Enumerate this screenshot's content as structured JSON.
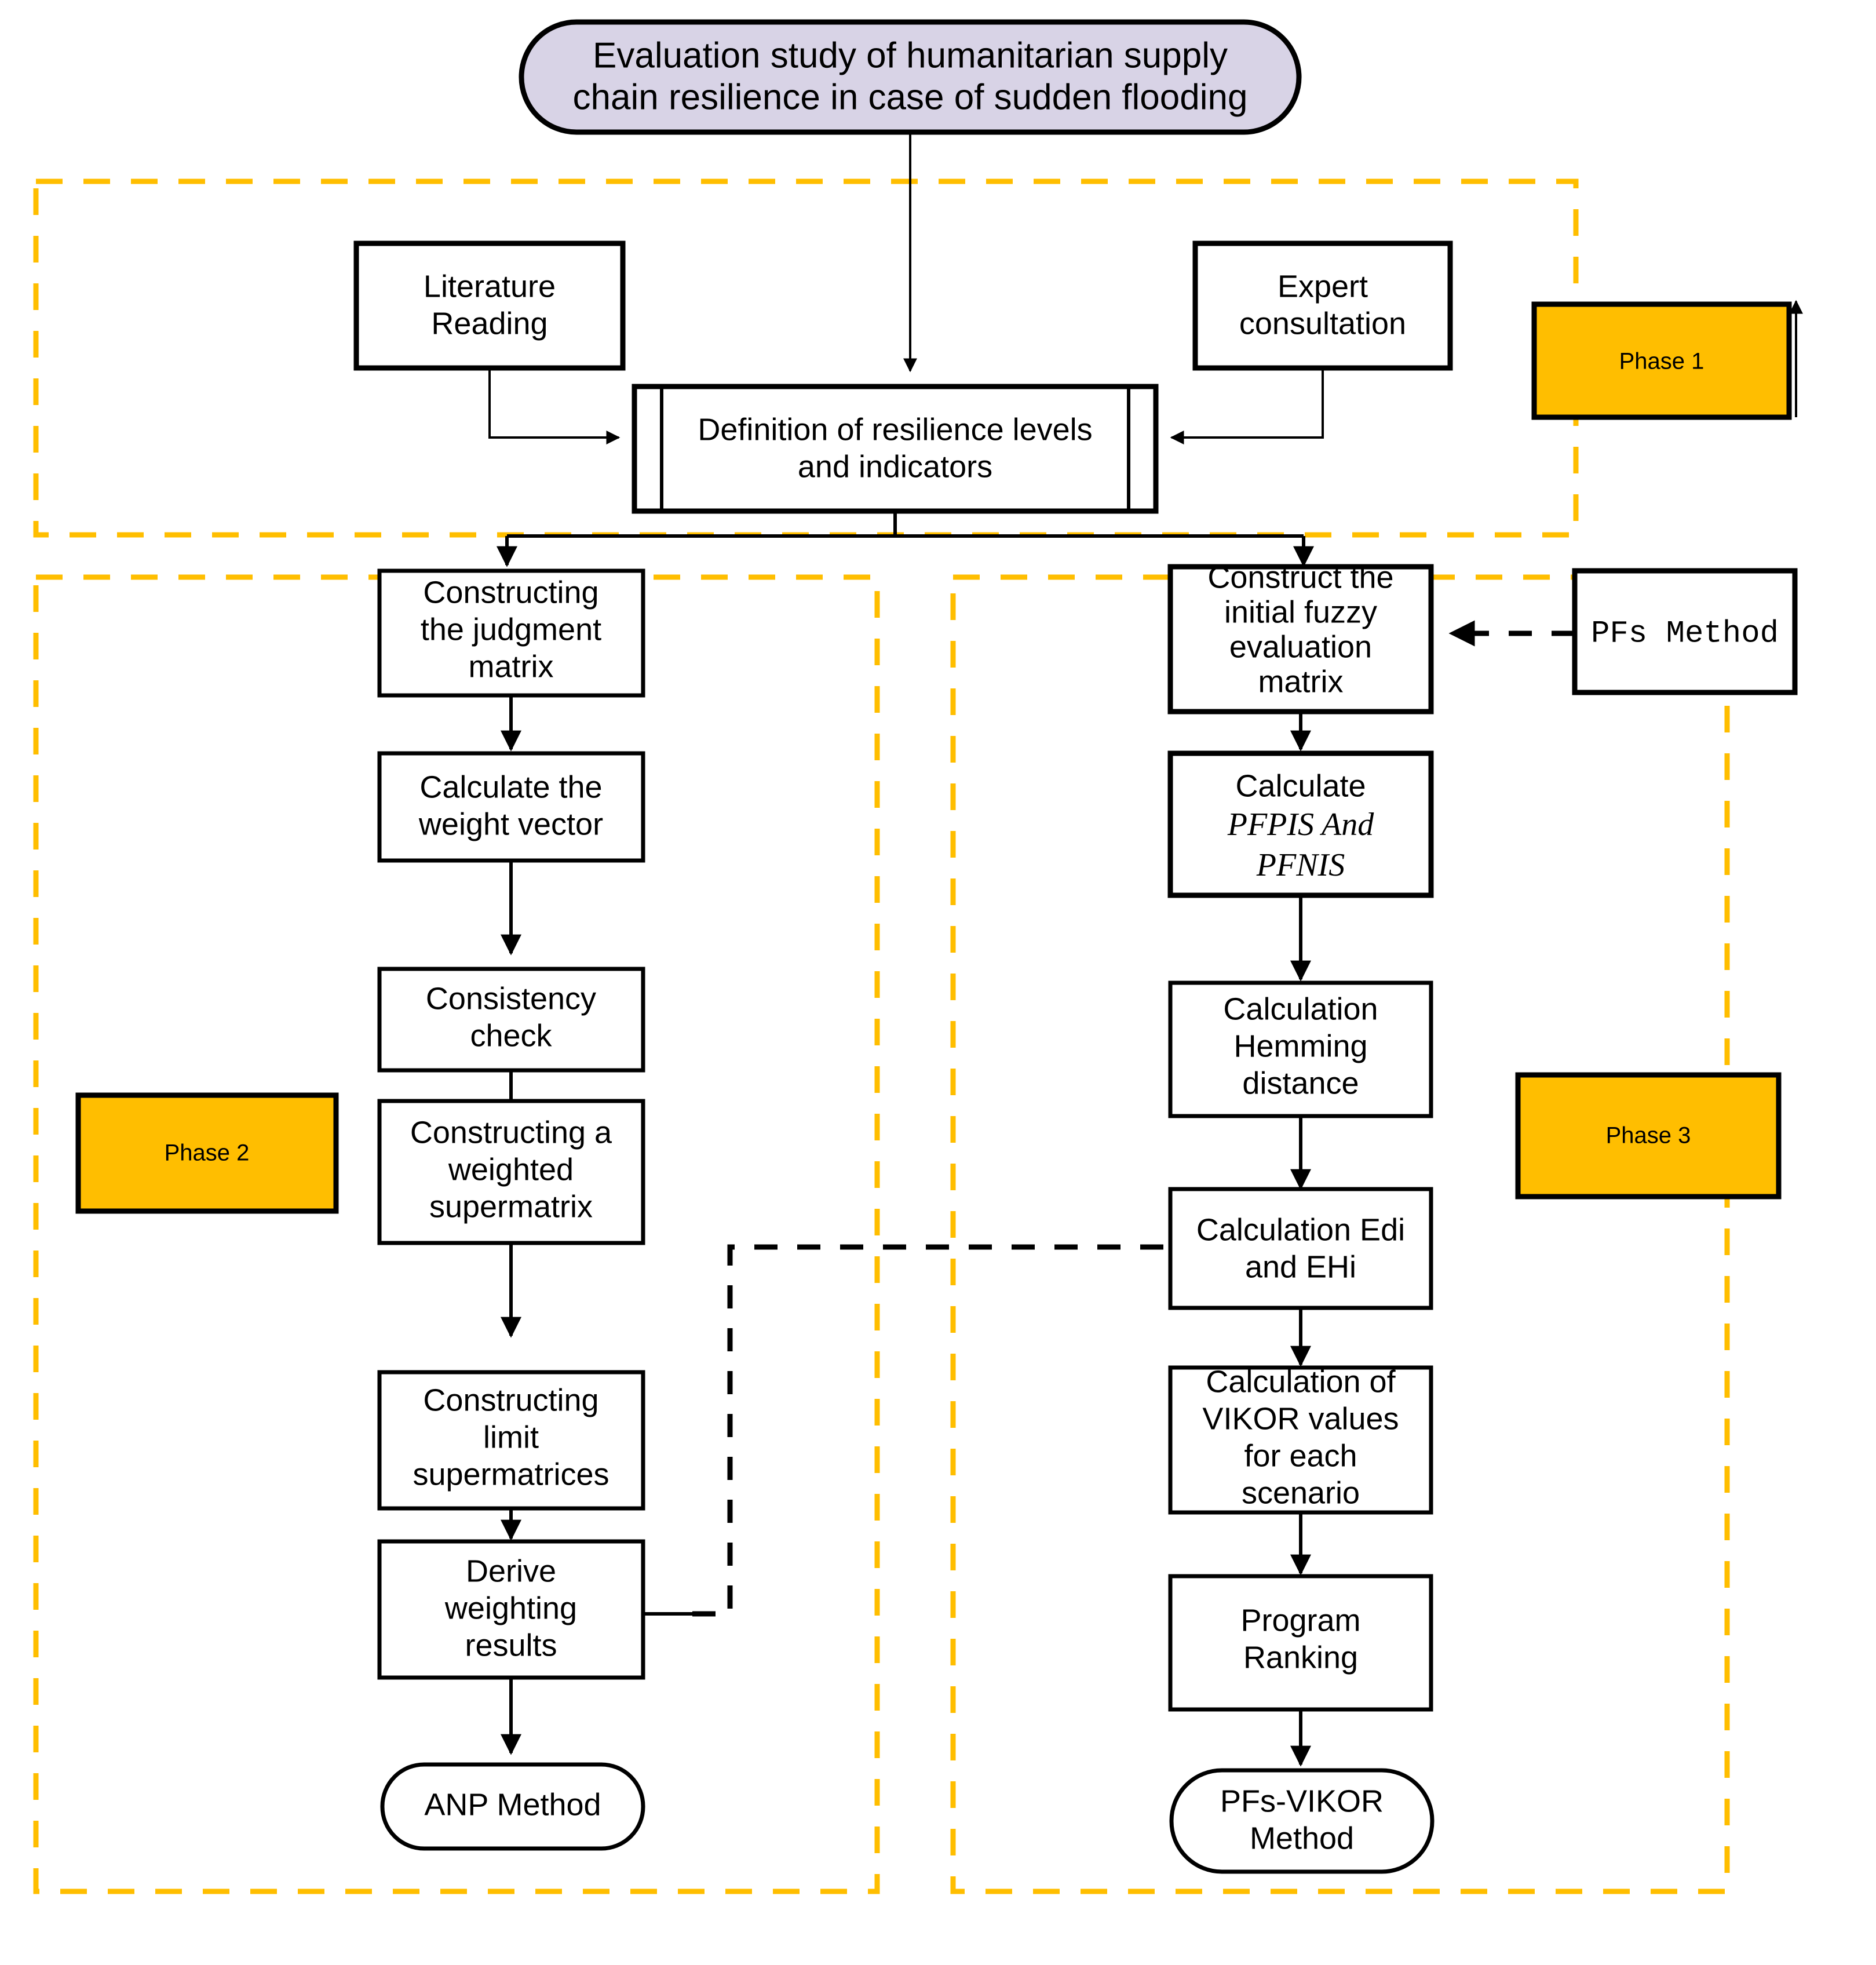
{
  "diagram": {
    "title_node": {
      "label": "Evaluation study of humanitarian supply chain resilience in case of sudden flooding",
      "line1": "Evaluation study of humanitarian supply",
      "line2": "chain resilience in case of sudden flooding",
      "fill": "#D8D3E6"
    },
    "phase_accent_color": "#FFBE00",
    "phases": [
      {
        "id": "phase-1",
        "label": "Phase 1"
      },
      {
        "id": "phase-2",
        "label": "Phase 2"
      },
      {
        "id": "phase-3",
        "label": "Phase 3"
      }
    ],
    "phase1": {
      "literature": {
        "line1": "Literature",
        "line2": "Reading"
      },
      "expert": {
        "line1": "Expert",
        "line2": "consultation"
      },
      "definition": {
        "line1": "Definition of resilience levels",
        "line2": "and indicators"
      }
    },
    "phase2": {
      "nodes": [
        {
          "id": "judgment-matrix",
          "lines": [
            "Constructing",
            "the judgment",
            "matrix"
          ]
        },
        {
          "id": "weight-vector",
          "lines": [
            "Calculate the",
            "weight vector"
          ]
        },
        {
          "id": "consistency-check",
          "lines": [
            "Consistency",
            "check"
          ]
        },
        {
          "id": "weighted-supermatrix",
          "lines": [
            "Constructing a",
            "weighted",
            "supermatrix"
          ]
        },
        {
          "id": "limit-supermatrices",
          "lines": [
            "Constructing",
            "limit",
            "supermatrices"
          ]
        },
        {
          "id": "derive-weighting",
          "lines": [
            "Derive",
            "weighting",
            "results"
          ]
        }
      ],
      "terminator": {
        "id": "anp-method",
        "lines": [
          "ANP Method"
        ]
      }
    },
    "phase3": {
      "nodes": [
        {
          "id": "initial-fuzzy-matrix",
          "lines": [
            "Construct the",
            "initial fuzzy",
            "evaluation",
            "matrix"
          ]
        },
        {
          "id": "calculate-pfpis-pfnis",
          "lines": [
            "Calculate",
            "PFPIS And",
            "PFNIS"
          ],
          "italic_lines": [
            1,
            2
          ]
        },
        {
          "id": "hemming-distance",
          "lines": [
            "Calculation",
            "Hemming",
            "distance"
          ]
        },
        {
          "id": "calculation-edi-ehi",
          "lines": [
            "Calculation Edi",
            "and EHi"
          ]
        },
        {
          "id": "vikor-values",
          "lines": [
            "Calculation of",
            "VIKOR values",
            "for each",
            "scenario"
          ]
        },
        {
          "id": "program-ranking",
          "lines": [
            "Program",
            "Ranking"
          ]
        }
      ],
      "terminator": {
        "id": "pfs-vikor-method",
        "lines": [
          "PFs-VIKOR",
          "Method"
        ]
      },
      "side_node": {
        "id": "pfs-method",
        "label": "PFs  Method"
      }
    }
  }
}
